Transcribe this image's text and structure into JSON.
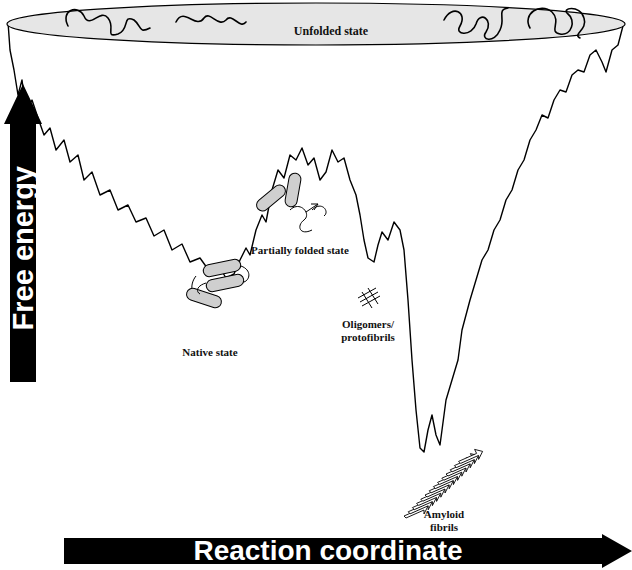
{
  "diagram": {
    "nodes": [
      {
        "text": [
          "Unfolded state"
        ]
      },
      {
        "text": [
          "Free energy"
        ]
      },
      {
        "text": [
          "Reaction coordinate"
        ]
      }
    ],
    "labels": [
      "Native state",
      "Partially folded state",
      "Oligomers/ protofibrils",
      "Amyloid fibrils"
    ]
  }
}
